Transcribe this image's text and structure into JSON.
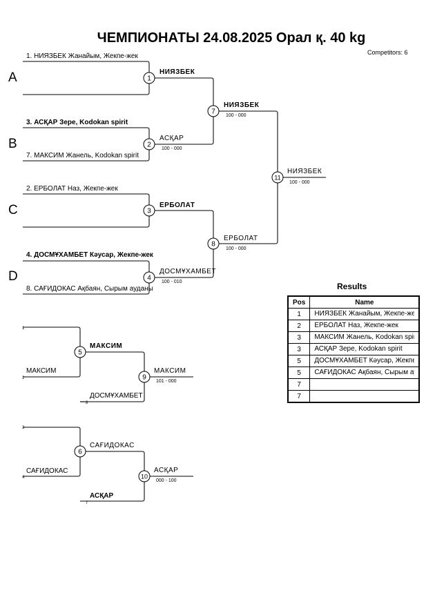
{
  "header": {
    "title": "ЧЕМПИОНАТЫ  24.08.2025  Орал қ.   40 kg",
    "competitors": "Competitors: 6"
  },
  "pools": [
    {
      "letter": "A",
      "top": "1. НИЯЗБЕК Жанайым, Жекпе-жек",
      "top_bold": false,
      "bottom": "",
      "bottom_bold": false,
      "match": "1",
      "winner": "НИЯЗБЕК",
      "winner_bold": true,
      "score": ""
    },
    {
      "letter": "B",
      "top": "3. АСҚАР Зере, Kodokan spirit",
      "top_bold": true,
      "bottom": "7. МАКСИМ Жанель, Kodokan spirit",
      "bottom_bold": false,
      "match": "2",
      "winner": "АСҚАР",
      "winner_bold": false,
      "score": "100 - 000"
    },
    {
      "letter": "C",
      "top": "2. ЕРБОЛАТ Наз, Жекпе-жек",
      "top_bold": false,
      "bottom": "",
      "bottom_bold": false,
      "match": "3",
      "winner": "ЕРБОЛАТ",
      "winner_bold": true,
      "score": ""
    },
    {
      "letter": "D",
      "top": "4. ДОСМҰХАМБЕТ Кәусар, Жекпе-жек",
      "top_bold": true,
      "bottom": "8. САҒИДОКАС Ақбаян, Сырым ауданы",
      "bottom_bold": false,
      "match": "4",
      "winner": "ДОСМҰХАМБЕТ",
      "winner_bold": false,
      "score": "100 - 010"
    }
  ],
  "semis": [
    {
      "match": "7",
      "winner": "НИЯЗБЕК",
      "winner_bold": true,
      "score": "100 - 000"
    },
    {
      "match": "8",
      "winner": "ЕРБОЛАТ",
      "winner_bold": false,
      "score": "100 - 000"
    }
  ],
  "final": {
    "match": "11",
    "winner": "НИЯЗБЕК",
    "score": "100 - 000"
  },
  "repechage": [
    {
      "seed_top": "1",
      "seed_bottom": "2",
      "entry_top": "",
      "entry_bottom": "МАКСИМ",
      "match_a": "5",
      "winner_a": "МАКСИМ",
      "winner_a_bold": true,
      "seed_third": "8",
      "entry_third": "ДОСМҰХАМБЕТ",
      "entry_third_bold": false,
      "match_b": "9",
      "winner_b": "МАКСИМ",
      "score_b": "101 - 000"
    },
    {
      "seed_top": "3",
      "seed_bottom": "4",
      "entry_top": "",
      "entry_bottom": "САҒИДОКАС",
      "match_a": "6",
      "winner_a": "САҒИДОКАС",
      "winner_a_bold": false,
      "seed_third": "7",
      "entry_third": "АСҚАР",
      "entry_third_bold": true,
      "match_b": "10",
      "winner_b": "АСҚАР",
      "score_b": "000 - 100"
    }
  ],
  "results": {
    "title": "Results",
    "headers": {
      "pos": "Pos",
      "name": "Name"
    },
    "rows": [
      {
        "pos": "1",
        "name": "НИЯЗБЕК Жанайым, Жекпе-жек"
      },
      {
        "pos": "2",
        "name": "ЕРБОЛАТ Наз, Жекпе-жек"
      },
      {
        "pos": "3",
        "name": "МАКСИМ Жанель, Kodokan spirit"
      },
      {
        "pos": "3",
        "name": "АСҚАР Зере, Kodokan spirit"
      },
      {
        "pos": "5",
        "name": "ДОСМҰХАМБЕТ Кәусар, Жекпе-жек"
      },
      {
        "pos": "5",
        "name": "САҒИДОКАС Ақбаян, Сырым ауданы"
      },
      {
        "pos": "7",
        "name": ""
      },
      {
        "pos": "7",
        "name": ""
      }
    ]
  }
}
